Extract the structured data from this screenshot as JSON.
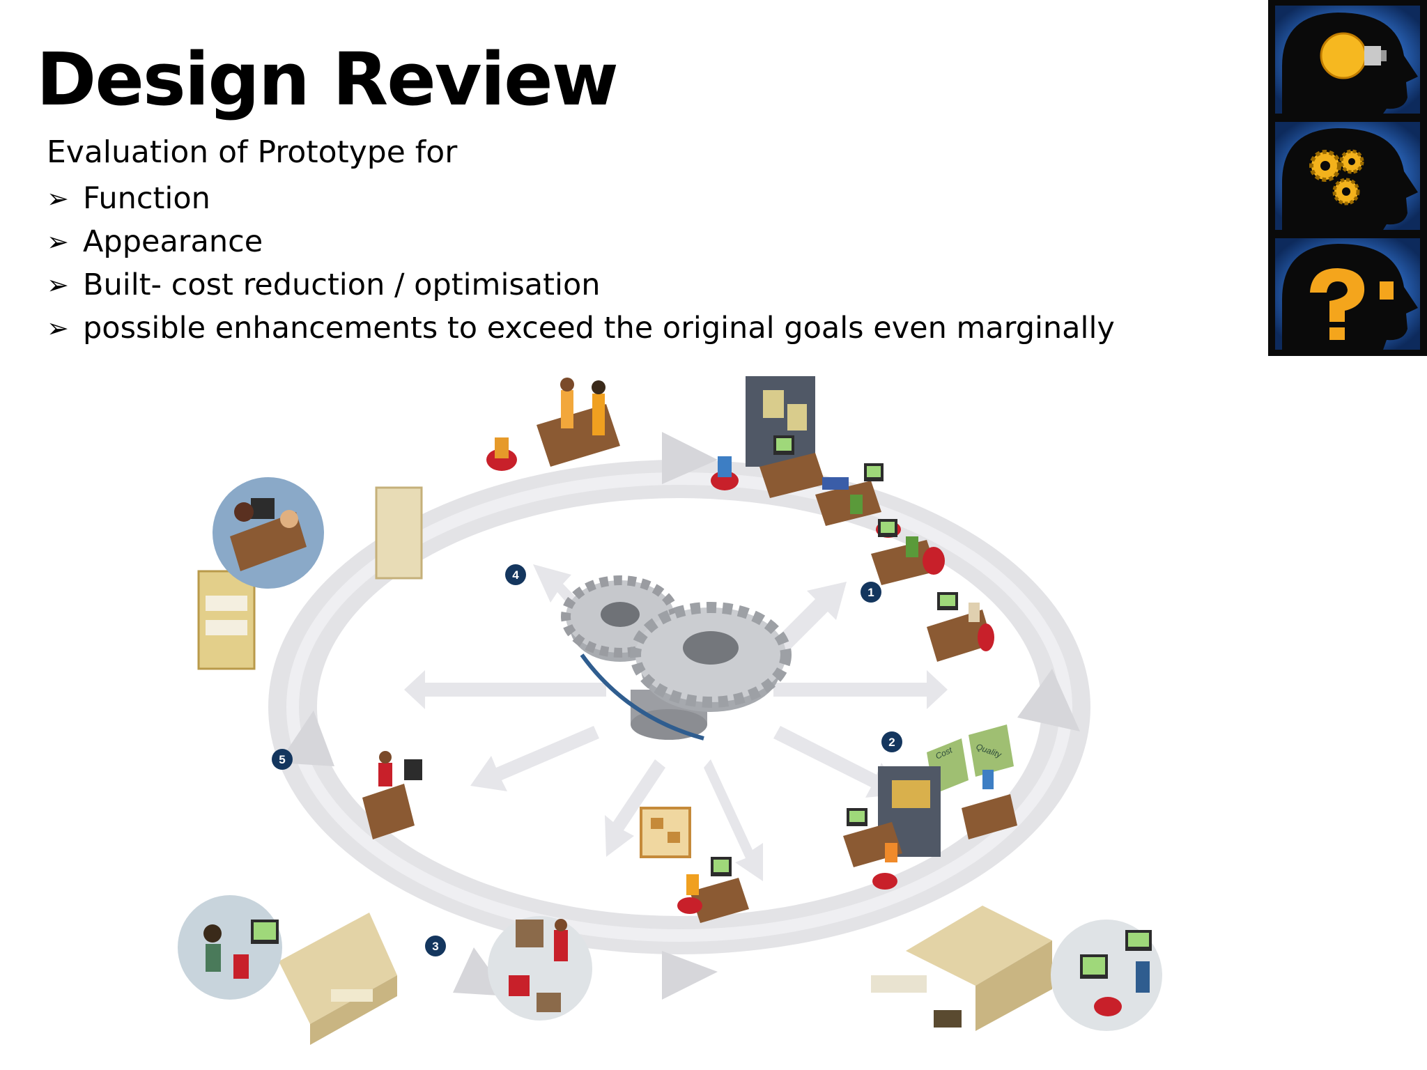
{
  "slide": {
    "title": "Design Review",
    "intro": "Evaluation of Prototype for",
    "bullets": [
      "Function",
      "Appearance",
      "Built- cost reduction / optimisation",
      "possible enhancements to exceed the original goals even marginally"
    ],
    "bullet_marker": "➢"
  },
  "logo": {
    "icons": [
      "lightbulb-icon",
      "gears-icon",
      "question-mark-icon"
    ]
  },
  "diagram": {
    "steps": [
      "1",
      "2",
      "3",
      "4",
      "5"
    ],
    "screen_labels": [
      "Cost",
      "Quality"
    ],
    "colors": {
      "ring": "#e3e3e6",
      "step_badge": "#14365e",
      "desk": "#8b5a33",
      "building": "#e3d3a6",
      "gear": "#b9bbbf"
    }
  }
}
